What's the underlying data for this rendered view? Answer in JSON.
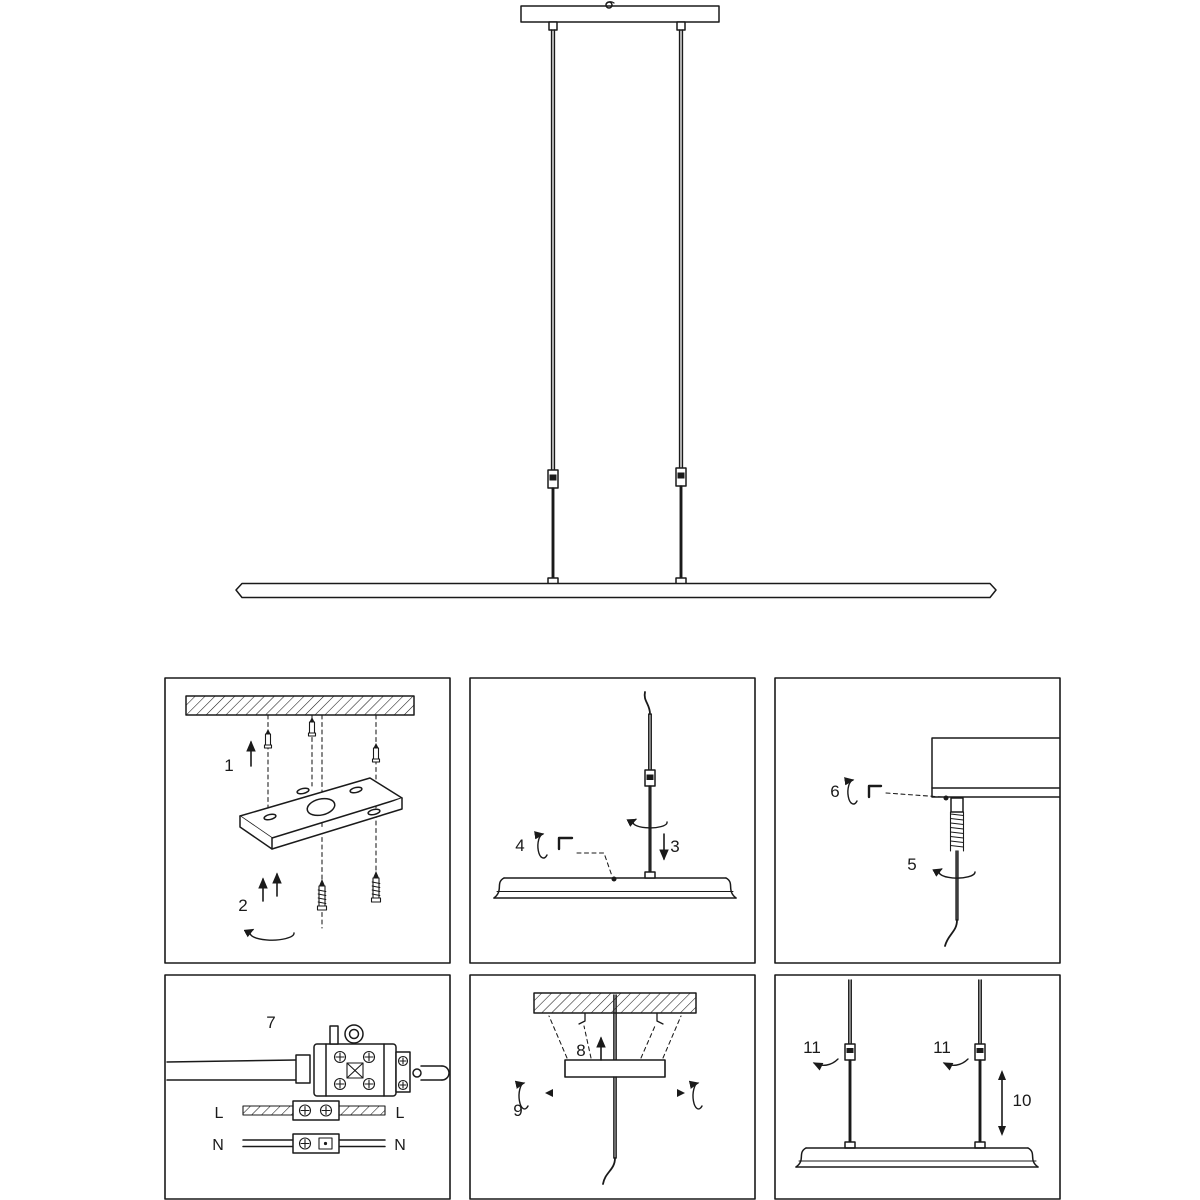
{
  "colors": {
    "line": "#1a1a1a",
    "background": "#ffffff"
  },
  "steps": {
    "s1": "1",
    "s2": "2",
    "s3": "3",
    "s4": "4",
    "s5": "5",
    "s6": "6",
    "s7": "7",
    "s8": "8",
    "s9": "9",
    "s10": "10",
    "s11": "11"
  },
  "wiring": {
    "l_left": "L",
    "l_right": "L",
    "n_left": "N",
    "n_right": "N"
  },
  "icons": {
    "up-arrow": "↑",
    "down-arrow": "↓",
    "double-vertical-arrow": "↕",
    "rotation-arrow": "↻",
    "counter-rotation-arrow": "↶",
    "allen-key": "⌐",
    "screw": "screw-glyph",
    "wall-plug": "plug-glyph"
  }
}
